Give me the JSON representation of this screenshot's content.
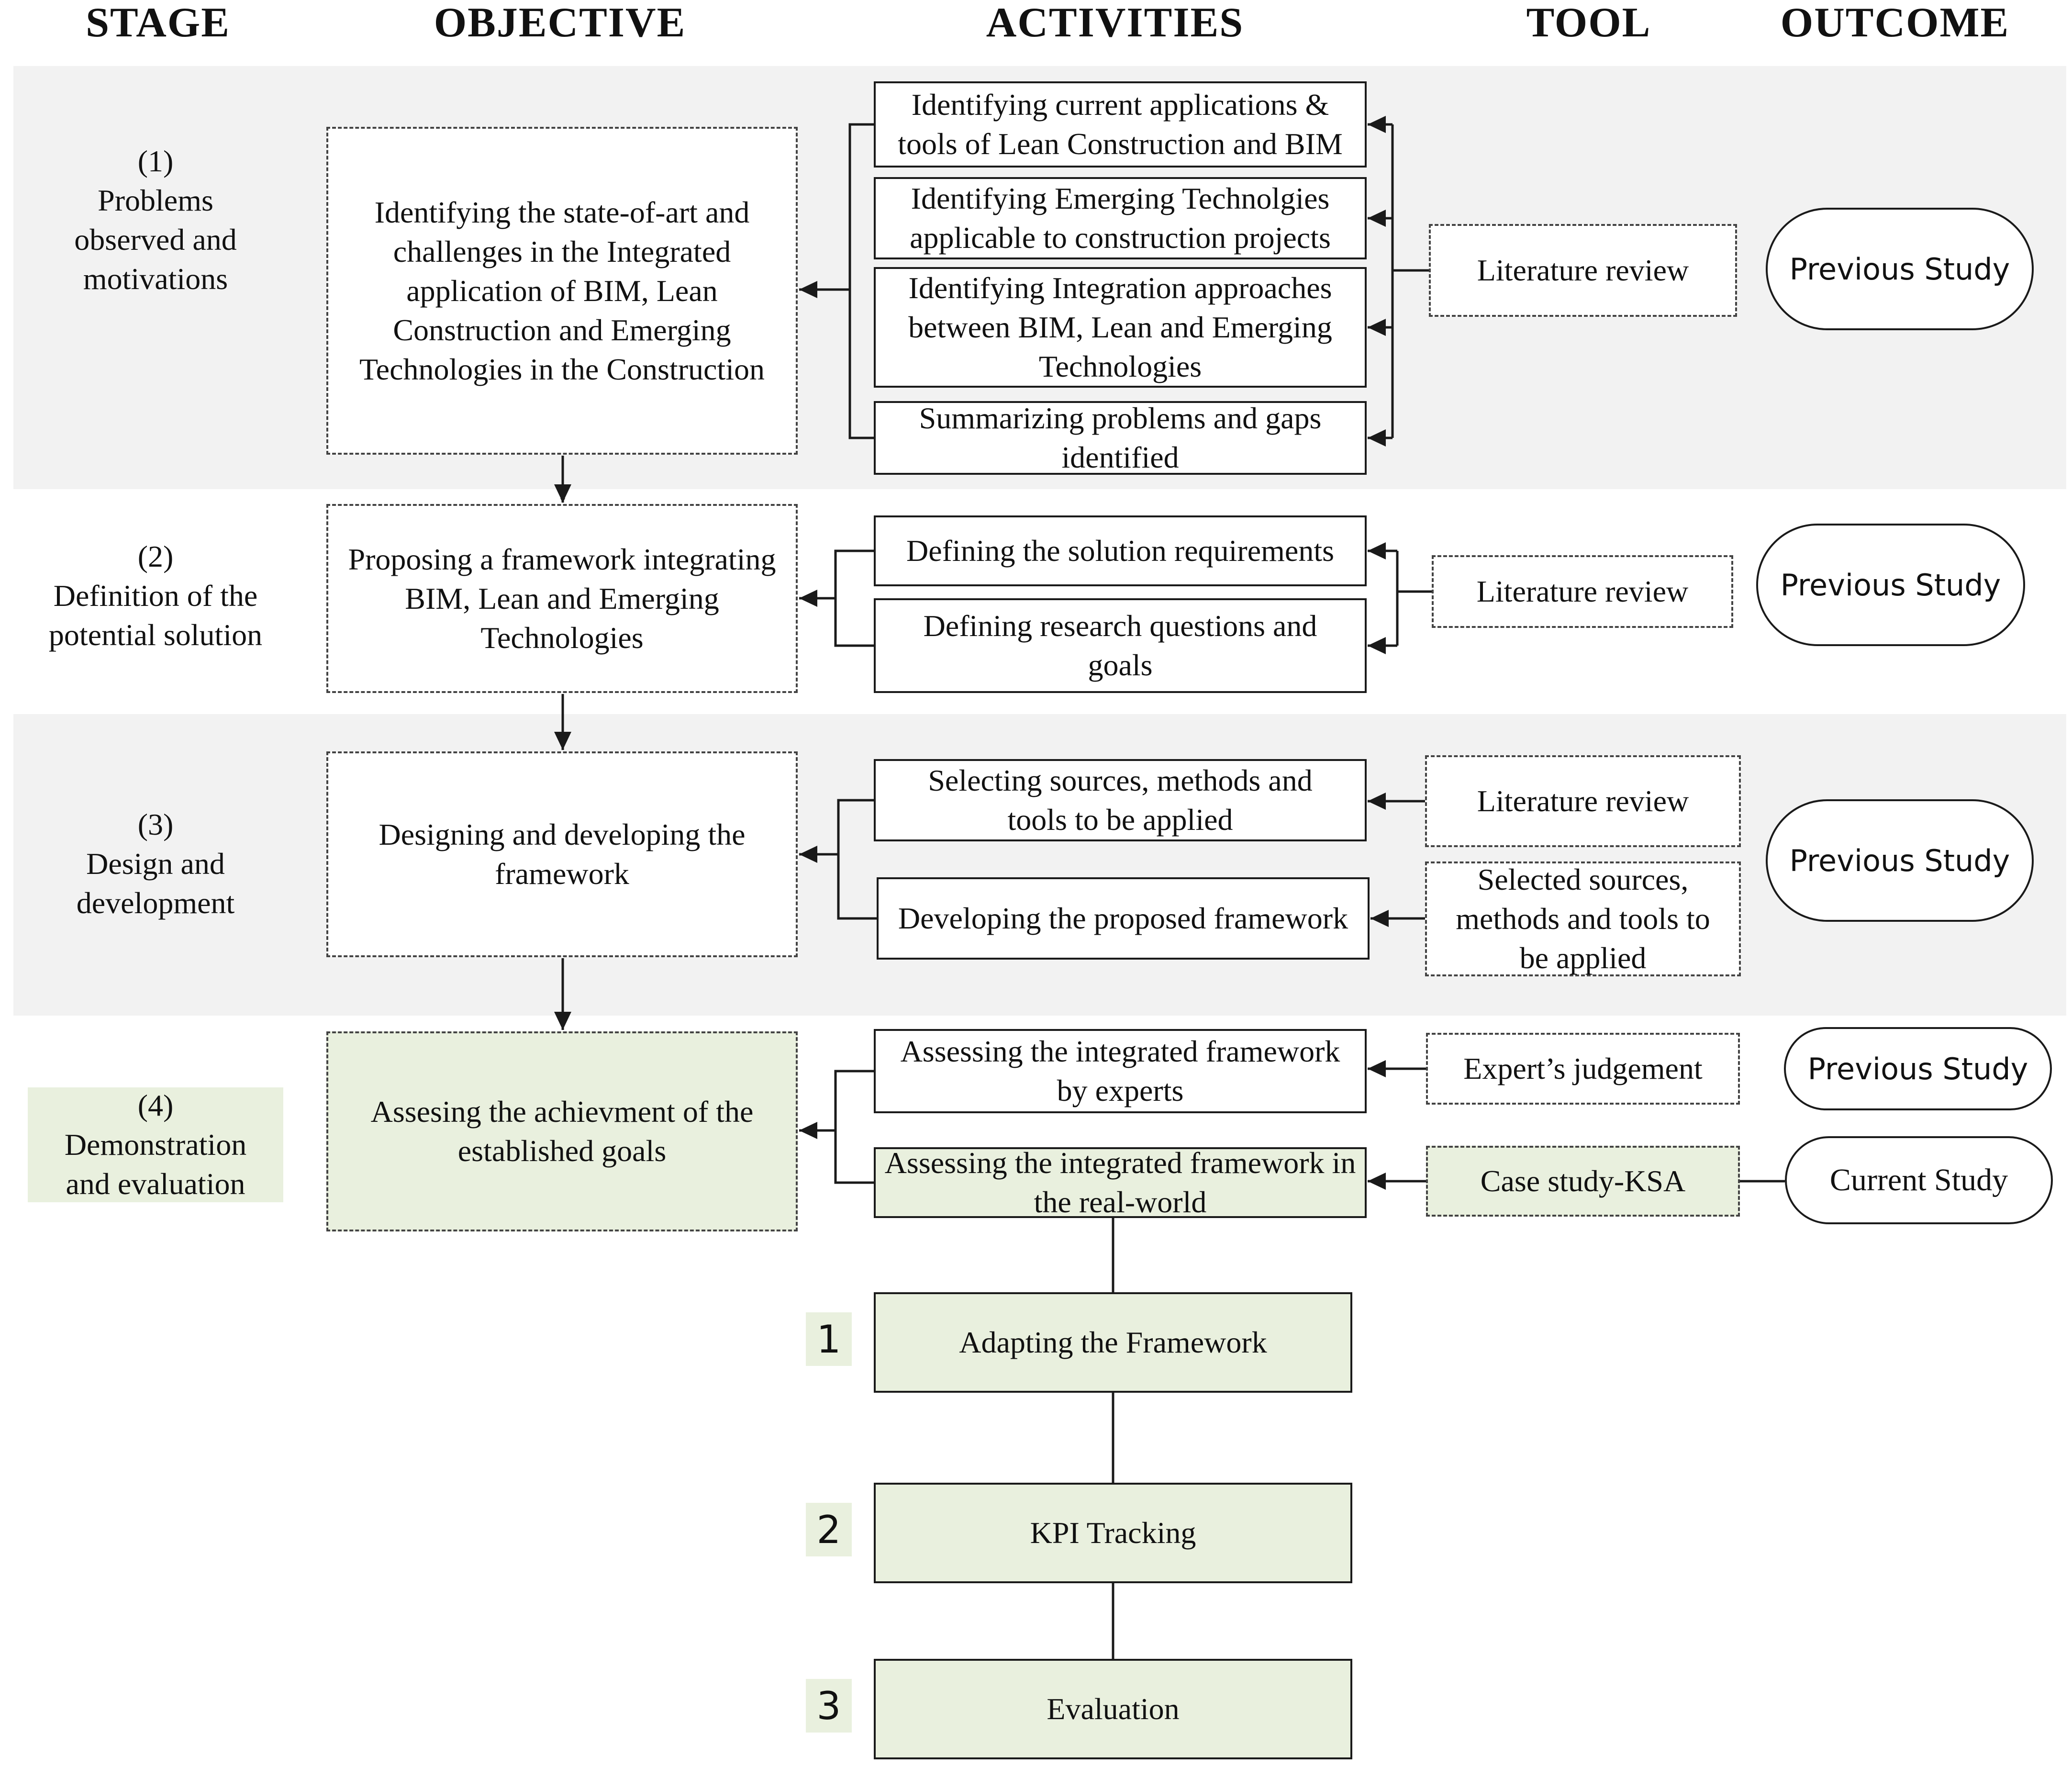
{
  "headers": {
    "stage": "STAGE",
    "objective": "OBJECTIVE",
    "activities": "ACTIVITIES",
    "tool": "TOOL",
    "outcome": "OUTCOME"
  },
  "stages": [
    {
      "number": "(1)",
      "label": "Problems\nobserved and\nmotivations"
    },
    {
      "number": "(2)",
      "label": "Definition of the\npotential solution"
    },
    {
      "number": "(3)",
      "label": "Design and\ndevelopment"
    },
    {
      "number": "(4)",
      "label": "Demonstration\nand evaluation"
    }
  ],
  "objectives": [
    "Identifying the state-of-art and challenges in the Integrated application of BIM, Lean Construction and Emerging Technologies in the Construction",
    "Proposing a framework integrating BIM, Lean and Emerging Technologies",
    "Designing and developing the framework",
    "Assesing the achievment of the established goals"
  ],
  "activities": {
    "stage1": [
      "Identifying current applications & tools of Lean Construction and BIM",
      "Identifying Emerging Technolgies applicable to construction projects",
      "Identifying Integration approaches between BIM, Lean and Emerging Technologies",
      "Summarizing problems and gaps identified"
    ],
    "stage2": [
      "Defining the solution requirements",
      "Defining research questions and goals"
    ],
    "stage3": [
      "Selecting sources, methods and tools to be applied",
      "Developing the proposed framework"
    ],
    "stage4": [
      "Assessing the integrated framework by experts",
      "Assessing the integrated framework in the real-world"
    ]
  },
  "tools": {
    "stage1": "Literature review",
    "stage2": "Literature review",
    "stage3a": "Literature review",
    "stage3b": "Selected sources, methods and tools to be applied",
    "stage4a": "Expert’s judgement",
    "stage4b": "Case study-KSA"
  },
  "outcomes": {
    "stage1": "Previous Study",
    "stage2": "Previous Study",
    "stage3": "Previous Study",
    "stage4a": "Previous Study",
    "stage4b": "Current Study"
  },
  "steps": [
    {
      "number": "1",
      "label": "Adapting the Framework"
    },
    {
      "number": "2",
      "label": "KPI Tracking"
    },
    {
      "number": "3",
      "label": "Evaluation"
    }
  ],
  "colors": {
    "band": "#f2f2f2",
    "highlight": "#e9f0de",
    "line": "#1a1a1a"
  }
}
